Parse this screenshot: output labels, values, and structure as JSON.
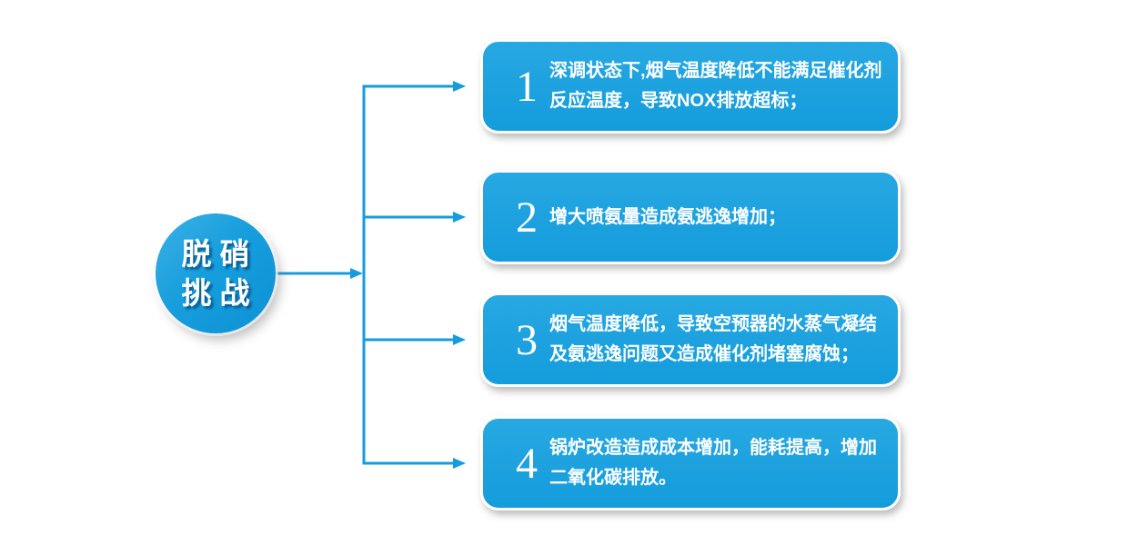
{
  "diagram": {
    "circle": {
      "label": "脱硝挑战",
      "line1": "脱硝",
      "line2": "挑战"
    },
    "items": [
      {
        "number": "1",
        "text": "深调状态下,烟气温度降低不能满足催化剂反应温度，导致NOX排放超标；",
        "lines": [
          "深调状态下,烟气温度降低不能满足催化剂",
          "反应温度，导致NOX排放超标；"
        ]
      },
      {
        "number": "2",
        "text": "增大喷氨量造成氨逃逸增加；",
        "lines": [
          "增大喷氨量造成氨逃逸增加；"
        ]
      },
      {
        "number": "3",
        "text": "烟气温度降低，导致空预器的水蒸气凝结及氨逃逸问题又造成催化剂堵塞腐蚀；",
        "lines": [
          "烟气温度降低，导致空预器的水蒸气凝结",
          "及氨逃逸问题又造成催化剂堵塞腐蚀；"
        ]
      },
      {
        "number": "4",
        "text": "锅炉改造造成成本增加，能耗提高，增加二氧化碳排放。",
        "lines": [
          "锅炉改造造成成本增加，能耗提高，增加",
          "二氧化碳排放。"
        ]
      }
    ],
    "colors": {
      "accent": "#149CDF",
      "box_top": "#27A8E2",
      "box_bottom": "#149CDC",
      "text": "#FFFFFF"
    }
  }
}
